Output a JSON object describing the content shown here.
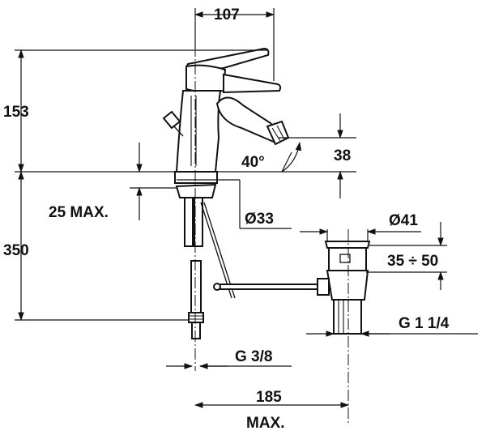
{
  "dimensions": {
    "top_width": "107",
    "faucet_height": "153",
    "lower_height": "350",
    "deck_thickness": "25 MAX.",
    "body_diameter": "Ø33",
    "spout_angle": "40°",
    "spout_height": "38",
    "waste_diameter": "Ø41",
    "waste_range": "35 ÷ 50",
    "waste_thread": "G 1 1/4",
    "supply_thread": "G 3/8",
    "waste_offset_value": "185",
    "waste_offset_suffix": "MAX."
  }
}
